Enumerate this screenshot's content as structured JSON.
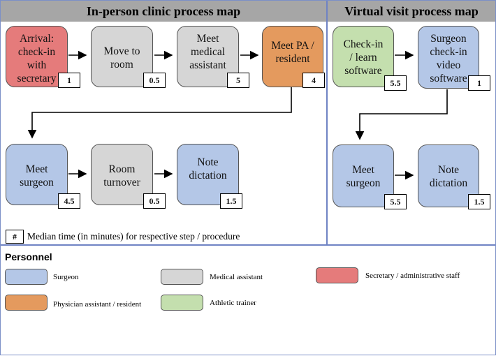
{
  "headers": {
    "in_person": "In-person clinic process map",
    "virtual": "Virtual visit process map"
  },
  "colors": {
    "surgeon": "#b4c7e7",
    "medical_assistant": "#d6d6d6",
    "secretary": "#e57b7b",
    "physician_assistant": "#e49a5e",
    "athletic_trainer": "#c4dfae"
  },
  "in_person_steps": [
    {
      "label": "Arrival:\ncheck-in\nwith\nsecretary",
      "time": "1",
      "role": "secretary"
    },
    {
      "label": "Move to\nroom",
      "time": "0.5",
      "role": "medical_assistant"
    },
    {
      "label": "Meet\nmedical\nassistant",
      "time": "5",
      "role": "medical_assistant"
    },
    {
      "label": "Meet PA /\nresident",
      "time": "4",
      "role": "physician_assistant"
    },
    {
      "label": "Meet\nsurgeon",
      "time": "4.5",
      "role": "surgeon"
    },
    {
      "label": "Room\nturnover",
      "time": "0.5",
      "role": "medical_assistant"
    },
    {
      "label": "Note\ndictation",
      "time": "1.5",
      "role": "surgeon"
    }
  ],
  "virtual_steps": [
    {
      "label": "Check-in\n/ learn\nsoftware",
      "time": "5.5",
      "role": "athletic_trainer"
    },
    {
      "label": "Surgeon\ncheck-in\nvideo\nsoftware",
      "time": "1",
      "role": "surgeon"
    },
    {
      "label": "Meet\nsurgeon",
      "time": "5.5",
      "role": "surgeon"
    },
    {
      "label": "Note\ndictation",
      "time": "1.5",
      "role": "surgeon"
    }
  ],
  "key": {
    "symbol": "#",
    "text": "Median time (in minutes) for respective step / procedure"
  },
  "personnel": {
    "title": "Personnel",
    "items": [
      {
        "label": "Surgeon",
        "role": "surgeon"
      },
      {
        "label": "Medical assistant",
        "role": "medical_assistant"
      },
      {
        "label": "Secretary / administrative staff",
        "role": "secretary"
      },
      {
        "label": "Physician assistant / resident",
        "role": "physician_assistant"
      },
      {
        "label": "Athletic trainer",
        "role": "athletic_trainer"
      }
    ]
  }
}
